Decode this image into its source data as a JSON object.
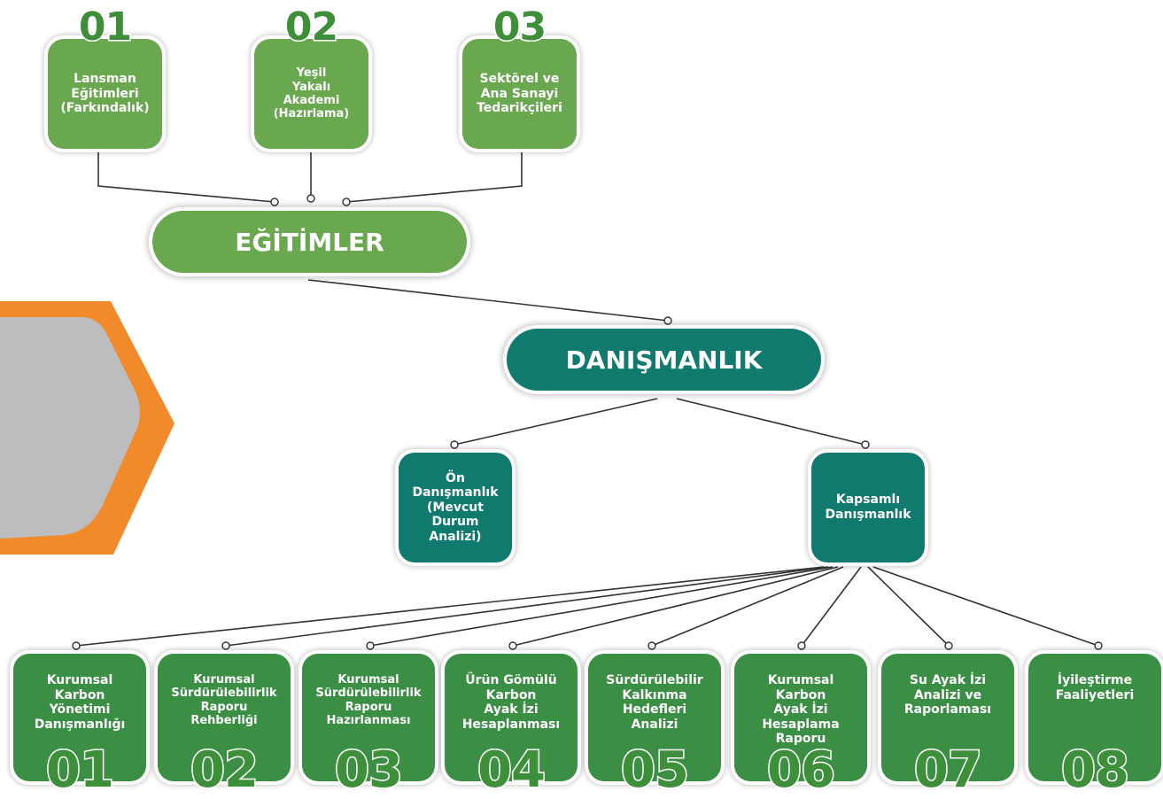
{
  "colors": {
    "light_green": "#6aa84f",
    "dark_green": "#3b8f45",
    "teal": "#117a6e",
    "orange": "#f08a2b",
    "gray": "#bdbdbf",
    "number_green": "#3d8f3a"
  },
  "top": {
    "items": [
      {
        "number": "01",
        "label": "Lansman\nEğitimleri\n(Farkındalık)"
      },
      {
        "number": "02",
        "label": "Yeşil\nYakalı\nAkademi\n(Hazırlama)"
      },
      {
        "number": "03",
        "label": "Sektörel ve\nAna Sanayi\nTedarikçileri"
      }
    ]
  },
  "egitimler": {
    "label": "EĞİTİMLER"
  },
  "danismanlik": {
    "label": "DANIŞMANLIK"
  },
  "middle": {
    "on": {
      "label": "Ön\nDanışmanlık\n(Mevcut\nDurum\nAnalizi)"
    },
    "kapsamli": {
      "label": "Kapsamlı\nDanışmanlık"
    }
  },
  "bottom": {
    "items": [
      {
        "number": "01",
        "label": "Kurumsal\nKarbon\nYönetimi\nDanışmanlığı"
      },
      {
        "number": "02",
        "label": "Kurumsal\nSürdürülebilirlik\nRaporu\nRehberliği"
      },
      {
        "number": "03",
        "label": "Kurumsal\nSürdürülebilirlik\nRaporu\nHazırlanması"
      },
      {
        "number": "04",
        "label": "Ürün Gömülü\nKarbon\nAyak İzi\nHesaplanması"
      },
      {
        "number": "05",
        "label": "Sürdürülebilir\nKalkınma\nHedefleri\nAnalizi"
      },
      {
        "number": "06",
        "label": "Kurumsal\nKarbon\nAyak İzi\nHesaplama\nRaporu"
      },
      {
        "number": "07",
        "label": "Su Ayak İzi\nAnalizi ve\nRaporlaması"
      },
      {
        "number": "08",
        "label": "İyileştirme\nFaaliyetleri"
      }
    ]
  }
}
